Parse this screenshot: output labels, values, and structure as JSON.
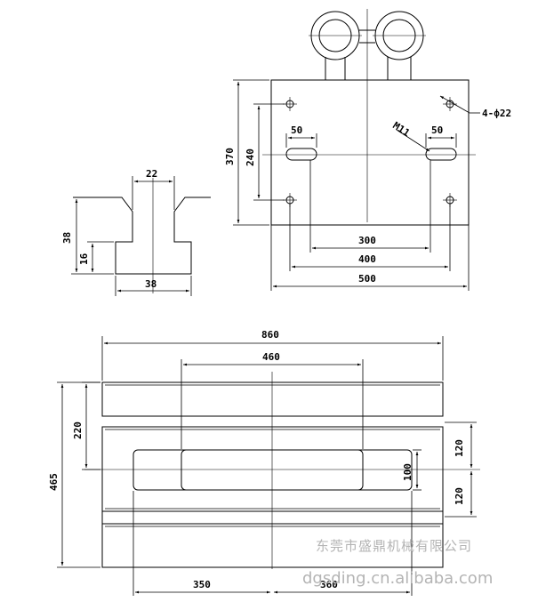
{
  "top_right_view": {
    "dim_370": "370",
    "dim_240": "240",
    "dim_50_left": "50",
    "dim_50_right": "50",
    "dim_300": "300",
    "dim_400": "400",
    "dim_500": "500",
    "note_m11": "M11",
    "note_holes": "4-ф22"
  },
  "t_slot_detail": {
    "dim_22": "22",
    "dim_38_height": "38",
    "dim_16": "16",
    "dim_38_width": "38"
  },
  "bottom_view": {
    "dim_860": "860",
    "dim_460": "460",
    "dim_465": "465",
    "dim_220": "220",
    "dim_120_upper": "120",
    "dim_120_lower": "120",
    "dim_100": "100",
    "dim_350": "350",
    "dim_360": "360"
  },
  "watermark": {
    "company": "东莞市盛鼎机械有限公司",
    "site": "dgsding.cn.alibaba.com"
  }
}
